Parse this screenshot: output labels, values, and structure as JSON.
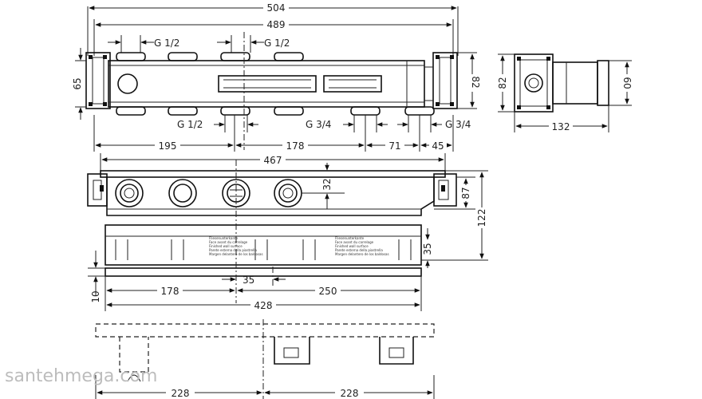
{
  "dimensions": {
    "top_overall": "504",
    "top_inner": "489",
    "thread_top_left": "G 1/2",
    "thread_top_right": "G 1/2",
    "thread_bottom_left": "G 1/2",
    "thread_bottom_mid": "G 3/4",
    "thread_bottom_right": "G 3/4",
    "height_left": "65",
    "height_right": "82",
    "side_height": "82",
    "side_inner": "60",
    "side_width": "132",
    "seg_195": "195",
    "seg_178_top": "178",
    "seg_71": "71",
    "seg_45": "45",
    "front_overall": "467",
    "front_offset": "32",
    "front_87": "87",
    "front_122": "122",
    "front_35_right": "35",
    "front_35_mid": "35",
    "front_10": "10",
    "front_178": "178",
    "front_250": "250",
    "front_428": "428",
    "bottom_228_left": "228",
    "bottom_228_right": "228"
  },
  "label_text": [
    "Fliesenunterkante",
    "Face avant du carrelage",
    "Finished wall surface",
    "Parete esterna della piastrella",
    "Margen delantero de los baldosas"
  ],
  "watermark": "santehmega.com"
}
